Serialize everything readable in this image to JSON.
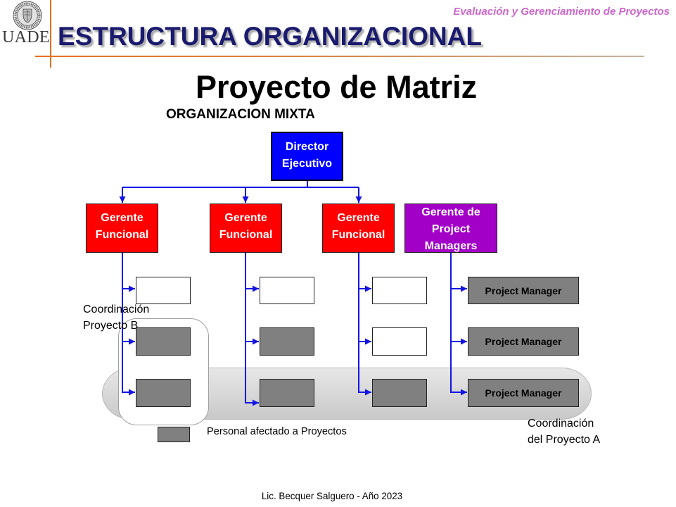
{
  "header": {
    "logo_text": "UADE",
    "course": "Evaluación y Gerenciamiento de Proyectos",
    "title": "ESTRUCTURA ORGANIZACIONAL"
  },
  "slide": {
    "heading": "Proyecto de Matriz",
    "subheading": "ORGANIZACION MIXTA"
  },
  "org_chart": {
    "director": [
      "Director",
      "Ejecutivo"
    ],
    "functional_areas": [
      {
        "manager": [
          "Gerente",
          "Funcional"
        ],
        "staff_assigned": [
          false,
          true,
          true
        ]
      },
      {
        "manager": [
          "Gerente",
          "Funcional"
        ],
        "staff_assigned": [
          false,
          true,
          true
        ]
      },
      {
        "manager": [
          "Gerente",
          "Funcional"
        ],
        "staff_assigned": [
          false,
          false,
          true
        ]
      }
    ],
    "pm_manager": [
      "Gerente de",
      "Project",
      "Managers"
    ],
    "project_managers": [
      "Project Manager",
      "Project Manager",
      "Project Manager"
    ],
    "coordination_b": [
      "Coordinación",
      "Proyecto B"
    ],
    "coordination_a": [
      "Coordinación",
      "del Proyecto A"
    ],
    "legend": {
      "label": "Personal afectado a Proyectos"
    }
  },
  "footer": "Lic. Becquer Salguero - Año 2023",
  "colors": {
    "title": "#1a1a6e",
    "course": "#cc66cc",
    "accent_line": "#e8701a",
    "director": "#0000ff",
    "functional_manager": "#ff0000",
    "pm_manager": "#a300c7",
    "staff_assigned": "#808080",
    "staff_unassigned": "#ffffff",
    "connector": "#1414e6"
  }
}
